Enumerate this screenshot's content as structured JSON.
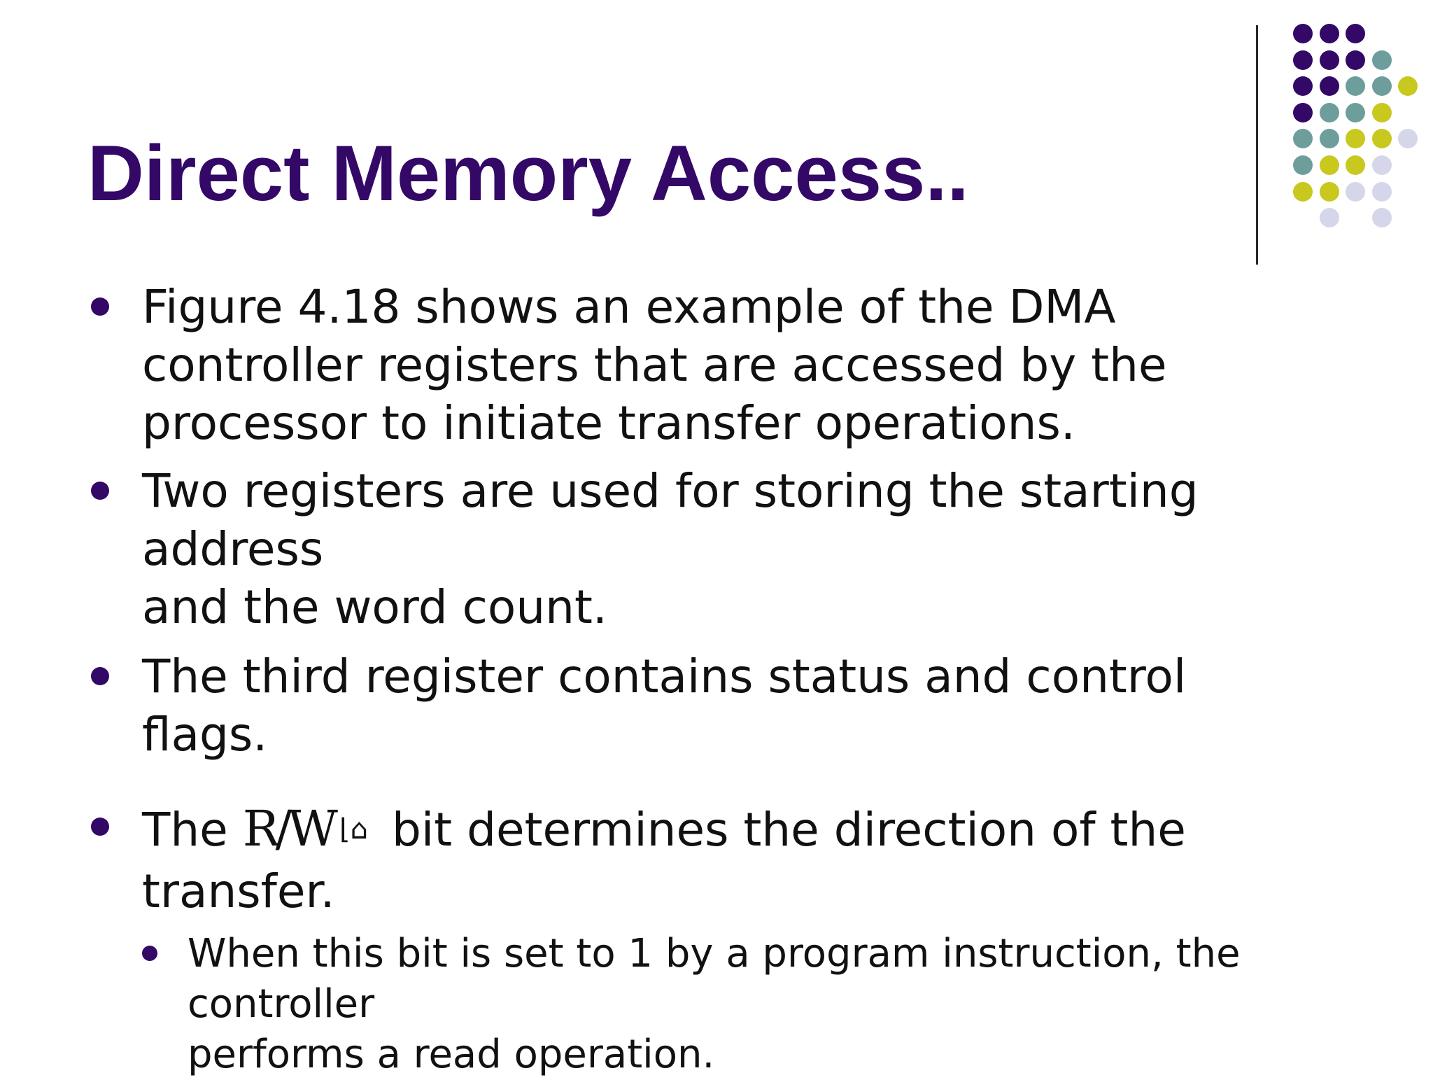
{
  "slide": {
    "title": "Direct Memory Access..",
    "bullets": [
      {
        "lines": [
          "Figure 4.18 shows an example of the DMA",
          "controller registers that are accessed by the",
          "processor to initiate transfer operations."
        ]
      },
      {
        "lines": [
          "Two registers are used for storing the starting",
          "address",
          "and the word count."
        ]
      },
      {
        "lines": [
          "The third register contains status and control",
          "flags."
        ]
      },
      {
        "prefix": "The ",
        "symbol": "R/W",
        "symbol_mark": "⌊⌂",
        "suffix": "bit determines the direction of the",
        "line2": "transfer."
      }
    ],
    "sub_bullet": {
      "lines": [
        "When this bit is set to 1 by a program instruction, the",
        "controller",
        "performs a read operation."
      ]
    }
  },
  "decoration": {
    "colors": {
      "purple": "#330866",
      "teal": "#6e9e9c",
      "olive": "#c8c81e",
      "lavender": "#d6d6ea",
      "title": "#330866",
      "divider": "#2a2a2a"
    }
  }
}
